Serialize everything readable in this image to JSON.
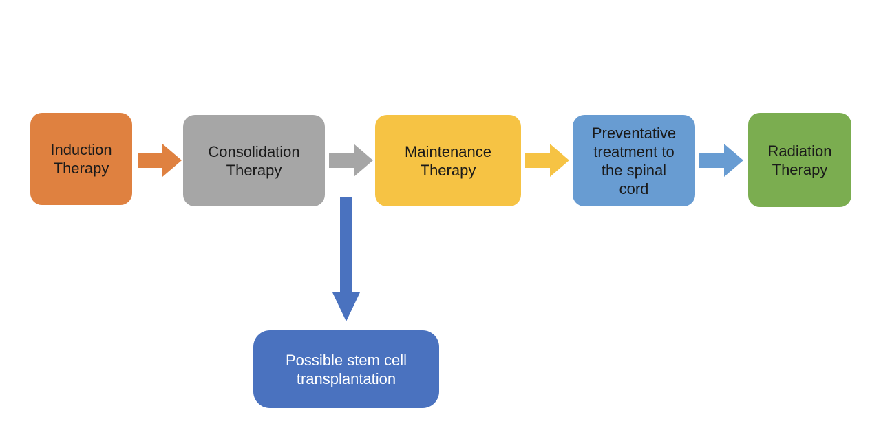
{
  "flowchart": {
    "background": "#FFFFFF",
    "boxes": [
      {
        "id": "induction-therapy",
        "text": "Induction\nTherapy",
        "fill": "#DF8140",
        "text_color": "#1A1A1A"
      },
      {
        "id": "consolidation-therapy",
        "text": "Consolidation\nTherapy",
        "fill": "#A6A6A6",
        "text_color": "#1A1A1A"
      },
      {
        "id": "maintenance-therapy",
        "text": "Maintenance\nTherapy",
        "fill": "#F6C344",
        "text_color": "#1A1A1A"
      },
      {
        "id": "preventative-treatment",
        "text": "Preventative\ntreatment to\nthe spinal\ncord",
        "fill": "#689CD2",
        "text_color": "#1A1A1A"
      },
      {
        "id": "radiation-therapy",
        "text": "Radiation\nTherapy",
        "fill": "#7BAD50",
        "text_color": "#1A1A1A"
      },
      {
        "id": "possible-stem-cell-transplantation",
        "text": "Possible stem cell\ntransplantation",
        "fill": "#4A72BF",
        "text_color": "#FFFFFF"
      }
    ],
    "arrows": [
      {
        "id": "induction-to-consolidation",
        "direction": "right",
        "color": "#DF8140"
      },
      {
        "id": "consolidation-to-maintenance",
        "direction": "right",
        "color": "#A6A6A6"
      },
      {
        "id": "maintenance-to-preventative",
        "direction": "right",
        "color": "#F6C344"
      },
      {
        "id": "preventative-to-radiation",
        "direction": "right",
        "color": "#689CD2"
      },
      {
        "id": "consolidation-to-stem-cell",
        "direction": "down",
        "color": "#4A72BF"
      }
    ]
  }
}
